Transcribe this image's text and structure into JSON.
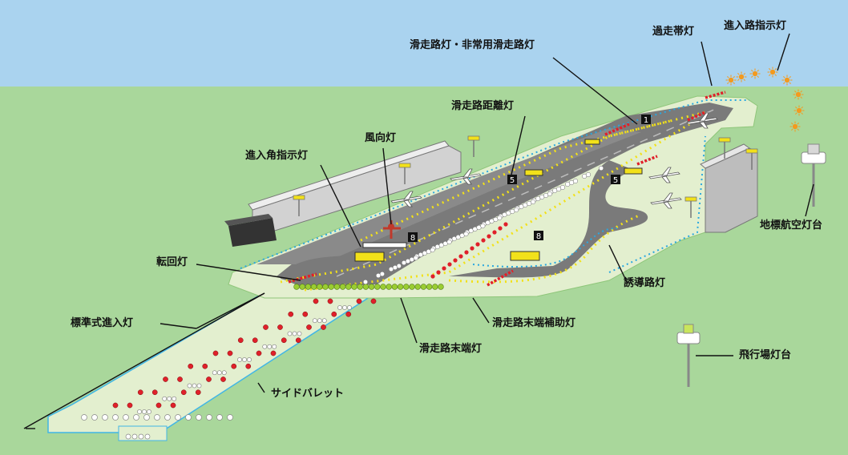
{
  "colors": {
    "sky": "#aad3ef",
    "grass": "#a9d79b",
    "apron": "#e3efcf",
    "runway": "#797979",
    "approach_red": "#e0202a",
    "threshold_green": "#9acd32",
    "edge_yellow": "#f2e11a",
    "taxiway_blue": "#2aa8e0",
    "beacon_orange": "#f39a1f"
  },
  "labels": {
    "runway_edge": "滑走路灯・非常用滑走路灯",
    "overrun": "過走帯灯",
    "approach_indicator": "進入路指示灯",
    "distance_marker": "滑走路距離灯",
    "wind": "風向灯",
    "papi": "進入角指示灯",
    "turn": "転回灯",
    "approach_standard": "標準式進入灯",
    "threshold_aux": "滑走路末端補助灯",
    "threshold": "滑走路末端灯",
    "taxiway": "誘導路灯",
    "sidebarrette": "サイドバレット",
    "landmark_beacon": "地標航空灯台",
    "aerodrome_beacon": "飛行場灯台"
  },
  "signs": [
    "1",
    "5",
    "5",
    "8",
    "8"
  ],
  "icons": [
    "airplane-icon",
    "windsock-icon",
    "beacon-tower-icon",
    "floodlight-icon"
  ]
}
